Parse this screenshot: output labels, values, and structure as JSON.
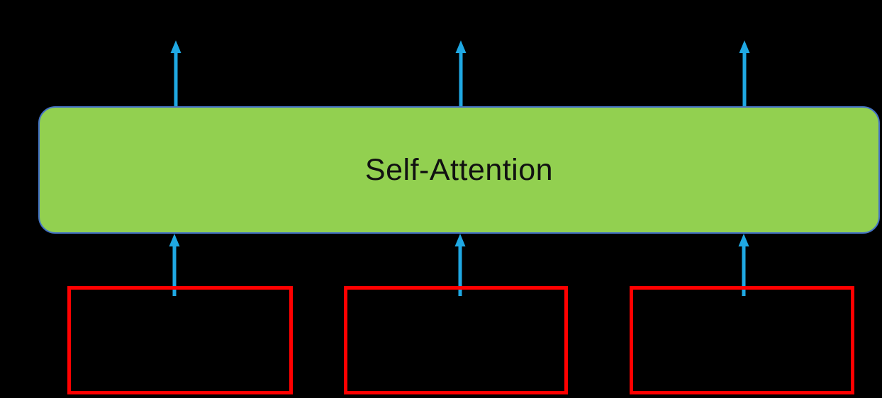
{
  "colors": {
    "background": "#000000",
    "attention_fill": "#92D050",
    "attention_border": "#4472C4",
    "attention_text": "#111111",
    "arrow": "#1FA8E3",
    "input_box_border": "#FF0000"
  },
  "attention_block": {
    "label": "Self-Attention"
  },
  "arrows": {
    "outputs": [
      {
        "name": "output-arrow-left"
      },
      {
        "name": "output-arrow-center"
      },
      {
        "name": "output-arrow-right"
      }
    ],
    "inputs": [
      {
        "name": "input-arrow-left"
      },
      {
        "name": "input-arrow-center"
      },
      {
        "name": "input-arrow-right"
      }
    ]
  },
  "input_boxes": [
    {
      "name": "input-box-left",
      "label": ""
    },
    {
      "name": "input-box-center",
      "label": ""
    },
    {
      "name": "input-box-right",
      "label": ""
    }
  ]
}
